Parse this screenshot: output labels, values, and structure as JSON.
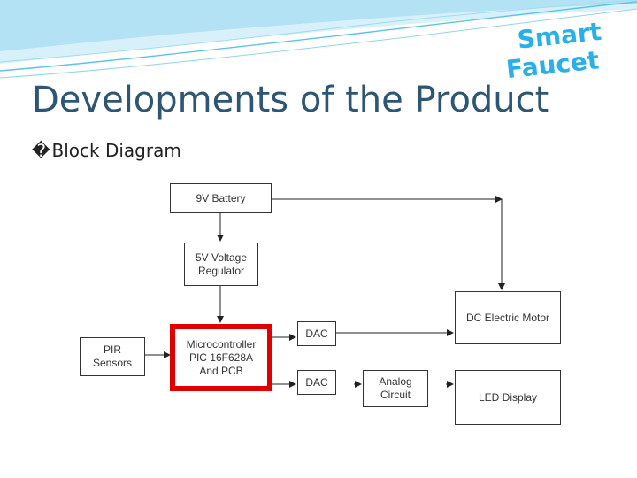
{
  "slide": {
    "title": "Developments of the Product",
    "bullet_glyph": "�",
    "bullet_text": "Block Diagram",
    "logo": {
      "line1": "Smart",
      "line2": "Faucet",
      "colors": [
        "#2ab0e6",
        "#ffffff"
      ]
    }
  },
  "diagram": {
    "battery": "9V Battery",
    "regulator": [
      "5V Voltage",
      "Regulator"
    ],
    "pir": [
      "PIR",
      "Sensors"
    ],
    "micro": [
      "Microcontroller",
      "PIC 16F628A",
      "And PCB"
    ],
    "dac1": "DAC",
    "dac2": "DAC",
    "analog": [
      "Analog",
      "Circuit"
    ],
    "motor": "DC Electric Motor",
    "led": "LED Display"
  },
  "colors": {
    "title": "#2d5674",
    "highlight": "#e00000",
    "wave": "#5cc3e8"
  }
}
